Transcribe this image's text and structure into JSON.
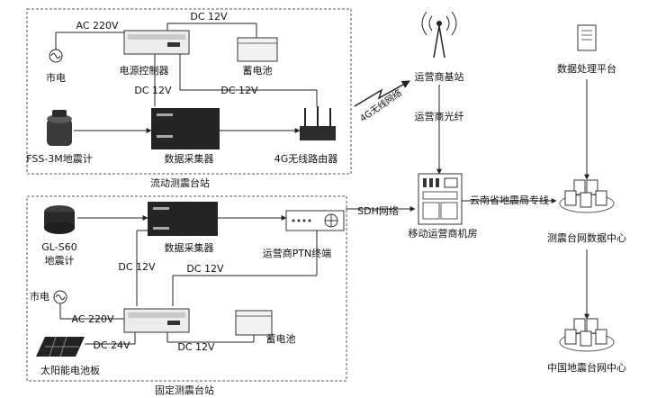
{
  "mobile_station": {
    "title": "流动测震台站",
    "mains": "市电",
    "ac": "AC 220V",
    "dc_battery": "DC 12V",
    "power_controller": "电源控制器",
    "battery": "蓄电池",
    "dc_collector": "DC 12V",
    "dc_router": "DC 12V",
    "seismometer": "FSS-3M地震计",
    "collector": "数据采集器",
    "router": "4G无线路由器"
  },
  "wireless_link": "4G无线网络",
  "carrier": {
    "base_station": "运营商基站",
    "fiber": "运营商光纤",
    "sdh": "SDH网络",
    "room": "移动运营商机房",
    "dedicated_line": "云南省地震局专线"
  },
  "fixed_station": {
    "title": "固定测震台站",
    "seismometer_line1": "GL-S60",
    "seismometer_line2": "地震计",
    "collector": "数据采集器",
    "ptn": "运营商PTN终端",
    "dc_collector": "DC 12V",
    "dc_ptn": "DC 12V",
    "mains": "市电",
    "ac": "AC 220V",
    "dc_solar": "DC 24V",
    "dc_battery": "DC 12V",
    "battery": "蓄电池",
    "solar": "太阳能电池板"
  },
  "right_column": {
    "platform": "数据处理平台",
    "network_center": "测震台网数据中心",
    "china_center": "中国地震台网中心"
  }
}
